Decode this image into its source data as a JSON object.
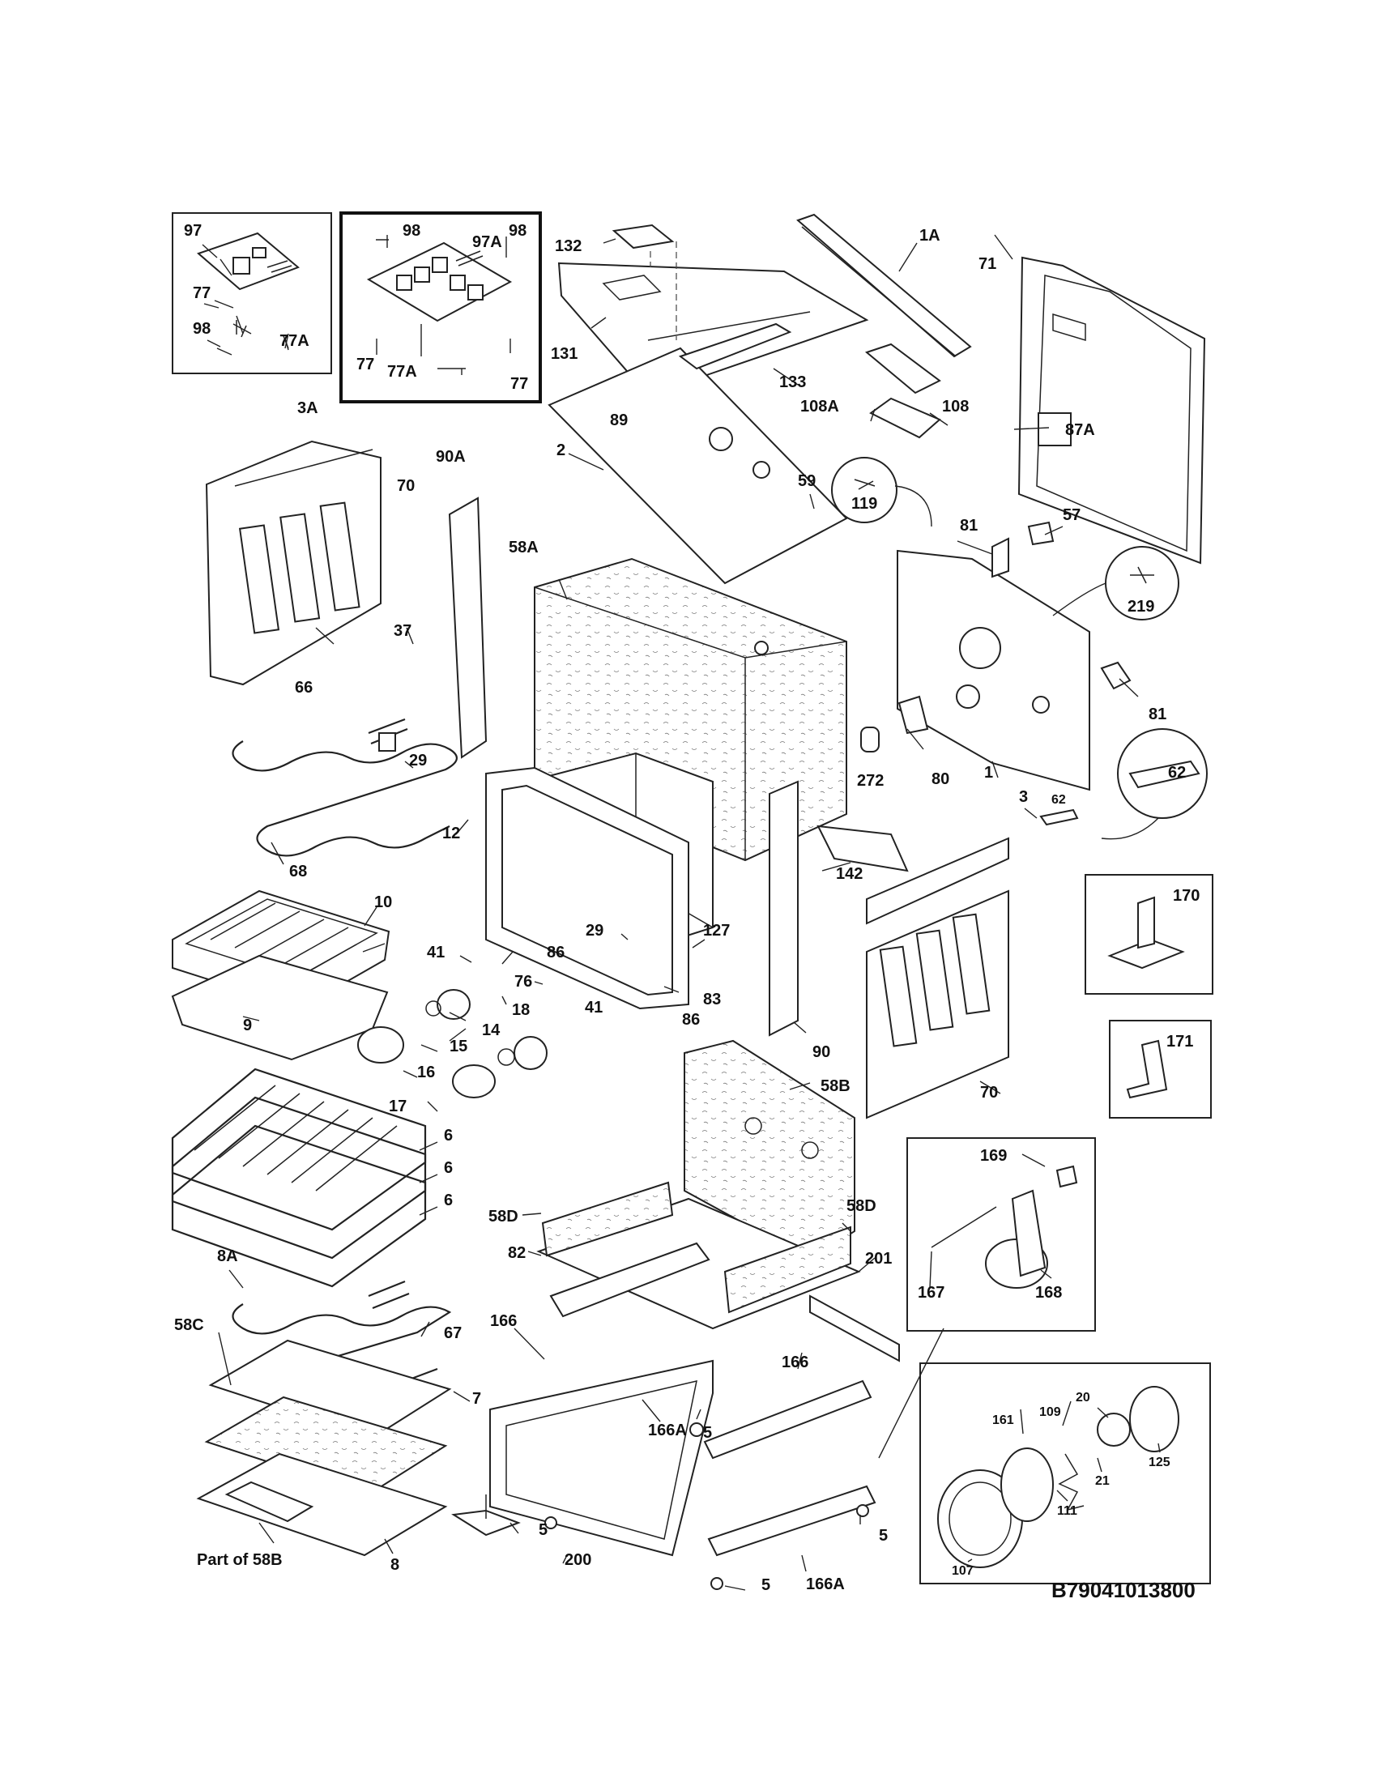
{
  "diagram_code": "B79041013800",
  "labels": [
    {
      "id": "97",
      "text": "97"
    },
    {
      "id": "77",
      "text": "77"
    },
    {
      "id": "98",
      "text": "98"
    },
    {
      "id": "77A",
      "text": "77A"
    },
    {
      "id": "98b",
      "text": "98"
    },
    {
      "id": "97A",
      "text": "97A"
    },
    {
      "id": "98c",
      "text": "98"
    },
    {
      "id": "77b",
      "text": "77"
    },
    {
      "id": "77Ab",
      "text": "77A"
    },
    {
      "id": "77c",
      "text": "77"
    },
    {
      "id": "132",
      "text": "132"
    },
    {
      "id": "1A",
      "text": "1A"
    },
    {
      "id": "131",
      "text": "131"
    },
    {
      "id": "71",
      "text": "71"
    },
    {
      "id": "108",
      "text": "108"
    },
    {
      "id": "133",
      "text": "133"
    },
    {
      "id": "108A",
      "text": "108A"
    },
    {
      "id": "87A",
      "text": "87A"
    },
    {
      "id": "3A",
      "text": "3A"
    },
    {
      "id": "70",
      "text": "70"
    },
    {
      "id": "90A",
      "text": "90A"
    },
    {
      "id": "89",
      "text": "89"
    },
    {
      "id": "2",
      "text": "2"
    },
    {
      "id": "59",
      "text": "59"
    },
    {
      "id": "119",
      "text": "119"
    },
    {
      "id": "58A",
      "text": "58A"
    },
    {
      "id": "81",
      "text": "81"
    },
    {
      "id": "57",
      "text": "57"
    },
    {
      "id": "219",
      "text": "219"
    },
    {
      "id": "37",
      "text": "37"
    },
    {
      "id": "66",
      "text": "66"
    },
    {
      "id": "81b",
      "text": "81"
    },
    {
      "id": "29",
      "text": "29"
    },
    {
      "id": "272",
      "text": "272"
    },
    {
      "id": "80",
      "text": "80"
    },
    {
      "id": "1",
      "text": "1"
    },
    {
      "id": "62",
      "text": "62"
    },
    {
      "id": "3",
      "text": "3"
    },
    {
      "id": "62b",
      "text": "62"
    },
    {
      "id": "12",
      "text": "12"
    },
    {
      "id": "68",
      "text": "68"
    },
    {
      "id": "142",
      "text": "142"
    },
    {
      "id": "29b",
      "text": "29"
    },
    {
      "id": "127",
      "text": "127"
    },
    {
      "id": "170",
      "text": "170"
    },
    {
      "id": "10",
      "text": "10"
    },
    {
      "id": "41",
      "text": "41"
    },
    {
      "id": "86",
      "text": "86"
    },
    {
      "id": "76",
      "text": "76"
    },
    {
      "id": "83",
      "text": "83"
    },
    {
      "id": "18",
      "text": "18"
    },
    {
      "id": "9",
      "text": "9"
    },
    {
      "id": "14",
      "text": "14"
    },
    {
      "id": "41b",
      "text": "41"
    },
    {
      "id": "86b",
      "text": "86"
    },
    {
      "id": "15",
      "text": "15"
    },
    {
      "id": "90",
      "text": "90"
    },
    {
      "id": "171",
      "text": "171"
    },
    {
      "id": "16",
      "text": "16"
    },
    {
      "id": "17",
      "text": "17"
    },
    {
      "id": "70b",
      "text": "70"
    },
    {
      "id": "58B",
      "text": "58B"
    },
    {
      "id": "6",
      "text": "6"
    },
    {
      "id": "6b",
      "text": "6"
    },
    {
      "id": "6c",
      "text": "6"
    },
    {
      "id": "169",
      "text": "169"
    },
    {
      "id": "58D",
      "text": "58D"
    },
    {
      "id": "58Db",
      "text": "58D"
    },
    {
      "id": "82",
      "text": "82"
    },
    {
      "id": "8A",
      "text": "8A"
    },
    {
      "id": "201",
      "text": "201"
    },
    {
      "id": "167",
      "text": "167"
    },
    {
      "id": "168",
      "text": "168"
    },
    {
      "id": "166",
      "text": "166"
    },
    {
      "id": "67",
      "text": "67"
    },
    {
      "id": "166b",
      "text": "166"
    },
    {
      "id": "58C",
      "text": "58C"
    },
    {
      "id": "7",
      "text": "7"
    },
    {
      "id": "5",
      "text": "5"
    },
    {
      "id": "166A",
      "text": "166A"
    },
    {
      "id": "20",
      "text": "20"
    },
    {
      "id": "109",
      "text": "109"
    },
    {
      "id": "161",
      "text": "161"
    },
    {
      "id": "125",
      "text": "125"
    },
    {
      "id": "21",
      "text": "21"
    },
    {
      "id": "111",
      "text": "111"
    },
    {
      "id": "5b",
      "text": "5"
    },
    {
      "id": "5c",
      "text": "5"
    },
    {
      "id": "107",
      "text": "107"
    },
    {
      "id": "part58B",
      "text": "Part of 58B"
    },
    {
      "id": "8",
      "text": "8"
    },
    {
      "id": "200",
      "text": "200"
    },
    {
      "id": "5d",
      "text": "5"
    },
    {
      "id": "166Ab",
      "text": "166A"
    }
  ]
}
